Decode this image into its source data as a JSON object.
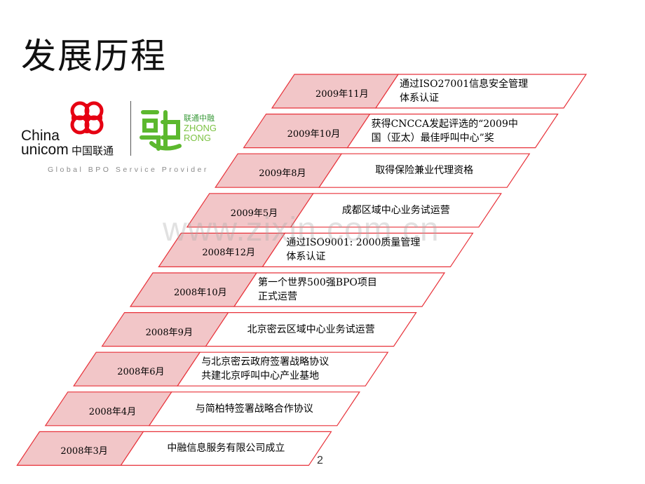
{
  "page": {
    "title": "发展历程",
    "page_number": "2",
    "watermark": "www.zixin.com.cn"
  },
  "logo": {
    "unicom_line1": "China",
    "unicom_line2": "unicom",
    "unicom_cn": "中国联通",
    "zhongrong_cn": "联通中融",
    "zhongrong_en1": "ZHONG",
    "zhongrong_en2": "RONG",
    "tagline": "Global BPO Service Provider"
  },
  "colors": {
    "accent_red": "#e8323a",
    "year_fill": "#f2c6c8",
    "brand_green": "#7cc243"
  },
  "timeline": [
    {
      "year": "2009年11月",
      "lines": [
        "通过ISO27001信息安全管理",
        "体系认证"
      ]
    },
    {
      "year": "2009年10月",
      "lines": [
        "获得CNCCA发起评选的“2009中",
        "国（亚太）最佳呼叫中心”奖"
      ]
    },
    {
      "year": "2009年8月",
      "lines": [
        "取得保险兼业代理资格"
      ]
    },
    {
      "year": "2009年5月",
      "lines": [
        "成都区域中心业务试运营"
      ]
    },
    {
      "year": "2008年12月",
      "lines": [
        "通过ISO9001: 2000质量管理",
        "体系认证"
      ]
    },
    {
      "year": "2008年10月",
      "lines": [
        "第一个世界500强BPO项目",
        "正式运营"
      ]
    },
    {
      "year": "2008年9月",
      "lines": [
        "北京密云区域中心业务试运营"
      ]
    },
    {
      "year": "2008年6月",
      "lines": [
        "与北京密云政府签署战略协议",
        "共建北京呼叫中心产业基地"
      ]
    },
    {
      "year": "2008年4月",
      "lines": [
        "与简柏特签署战略合作协议"
      ]
    },
    {
      "year": "2008年3月",
      "lines": [
        "中融信息服务有限公司成立"
      ]
    }
  ]
}
